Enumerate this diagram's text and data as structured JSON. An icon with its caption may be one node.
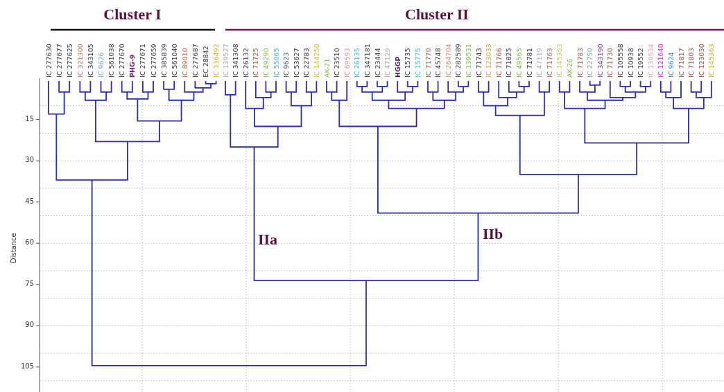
{
  "diagram": {
    "labels": [
      "Cluster I",
      "Cluster II",
      "IC 277630",
      "IC 277677",
      "IC 277625",
      "IC 321300",
      "IC 343105",
      "IC 9626",
      "IC 561038",
      "IC 277670",
      "PHG-9",
      "IC 277671",
      "IC 277659",
      "IC 385839",
      "IC 561040",
      "IC 89010",
      "IC 277687",
      "EC 28842",
      "IC 336492",
      "IC 139527",
      "IC 341308",
      "IC 26132",
      "IC 71725",
      "IC 49290",
      "IC 55065",
      "IC 9623",
      "IC 53627",
      "IC 22783",
      "IC 144250",
      "AK-21",
      "IC 23510",
      "IC 69593",
      "IC 26135",
      "IC 347181",
      "IC 23444",
      "IC 47129",
      "HGGP",
      "IC 15735",
      "IC 15775",
      "IC 71770",
      "IC 45748",
      "IC 264704",
      "IC 282589",
      "IC 139531",
      "IC 71743",
      "IC 123033",
      "IC 71766",
      "IC 71825",
      "IC 49565",
      "IC 71781",
      "IC 47119",
      "IC 71763",
      "IC 145363",
      "AK-26",
      "IC 71783",
      "IC 22750",
      "IC 343190",
      "IC 71730",
      "IC 105558",
      "IC 10938",
      "IC 19552",
      "IC 139534",
      "IC 121640",
      "IC 9624",
      "IC 71817",
      "IC 71803",
      "IC 123030",
      "IC 145363",
      "IIa",
      "IIb",
      "15",
      "30",
      "45",
      "60",
      "75",
      "90",
      "105",
      "Distance"
    ]
  }
}
